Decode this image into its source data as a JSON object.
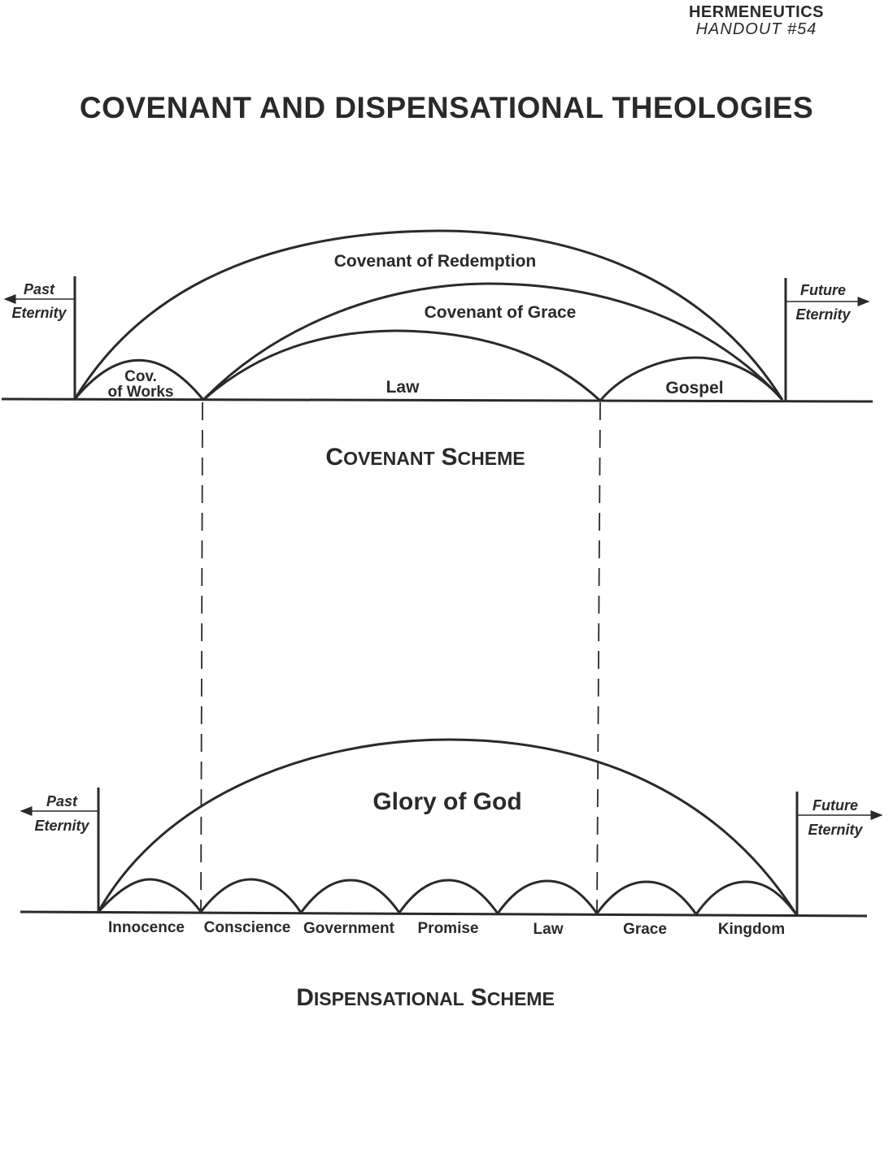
{
  "header": {
    "course": "HERMENEUTICS",
    "handout": "HANDOUT #54"
  },
  "title": "COVENANT AND DISPENSATIONAL THEOLOGIES",
  "covenant": {
    "past_line1": "Past",
    "past_line2": "Eternity",
    "future_line1": "Future",
    "future_line2": "Eternity",
    "redemption": "Covenant of Redemption",
    "grace": "Covenant of Grace",
    "works_line1": "Cov.",
    "works_line2": "of Works",
    "law": "Law",
    "gospel": "Gospel",
    "scheme_first": "C",
    "scheme_rest": "OVENANT",
    "scheme2_first": "S",
    "scheme2_rest": "CHEME"
  },
  "dispensational": {
    "past_line1": "Past",
    "past_line2": "Eternity",
    "future_line1": "Future",
    "future_line2": "Eternity",
    "glory": "Glory of God",
    "dispensations": [
      "Innocence",
      "Conscience",
      "Government",
      "Promise",
      "Law",
      "Grace",
      "Kingdom"
    ],
    "scheme_first": "D",
    "scheme_rest": "ISPENSATIONAL",
    "scheme2_first": "S",
    "scheme2_rest": "CHEME"
  }
}
